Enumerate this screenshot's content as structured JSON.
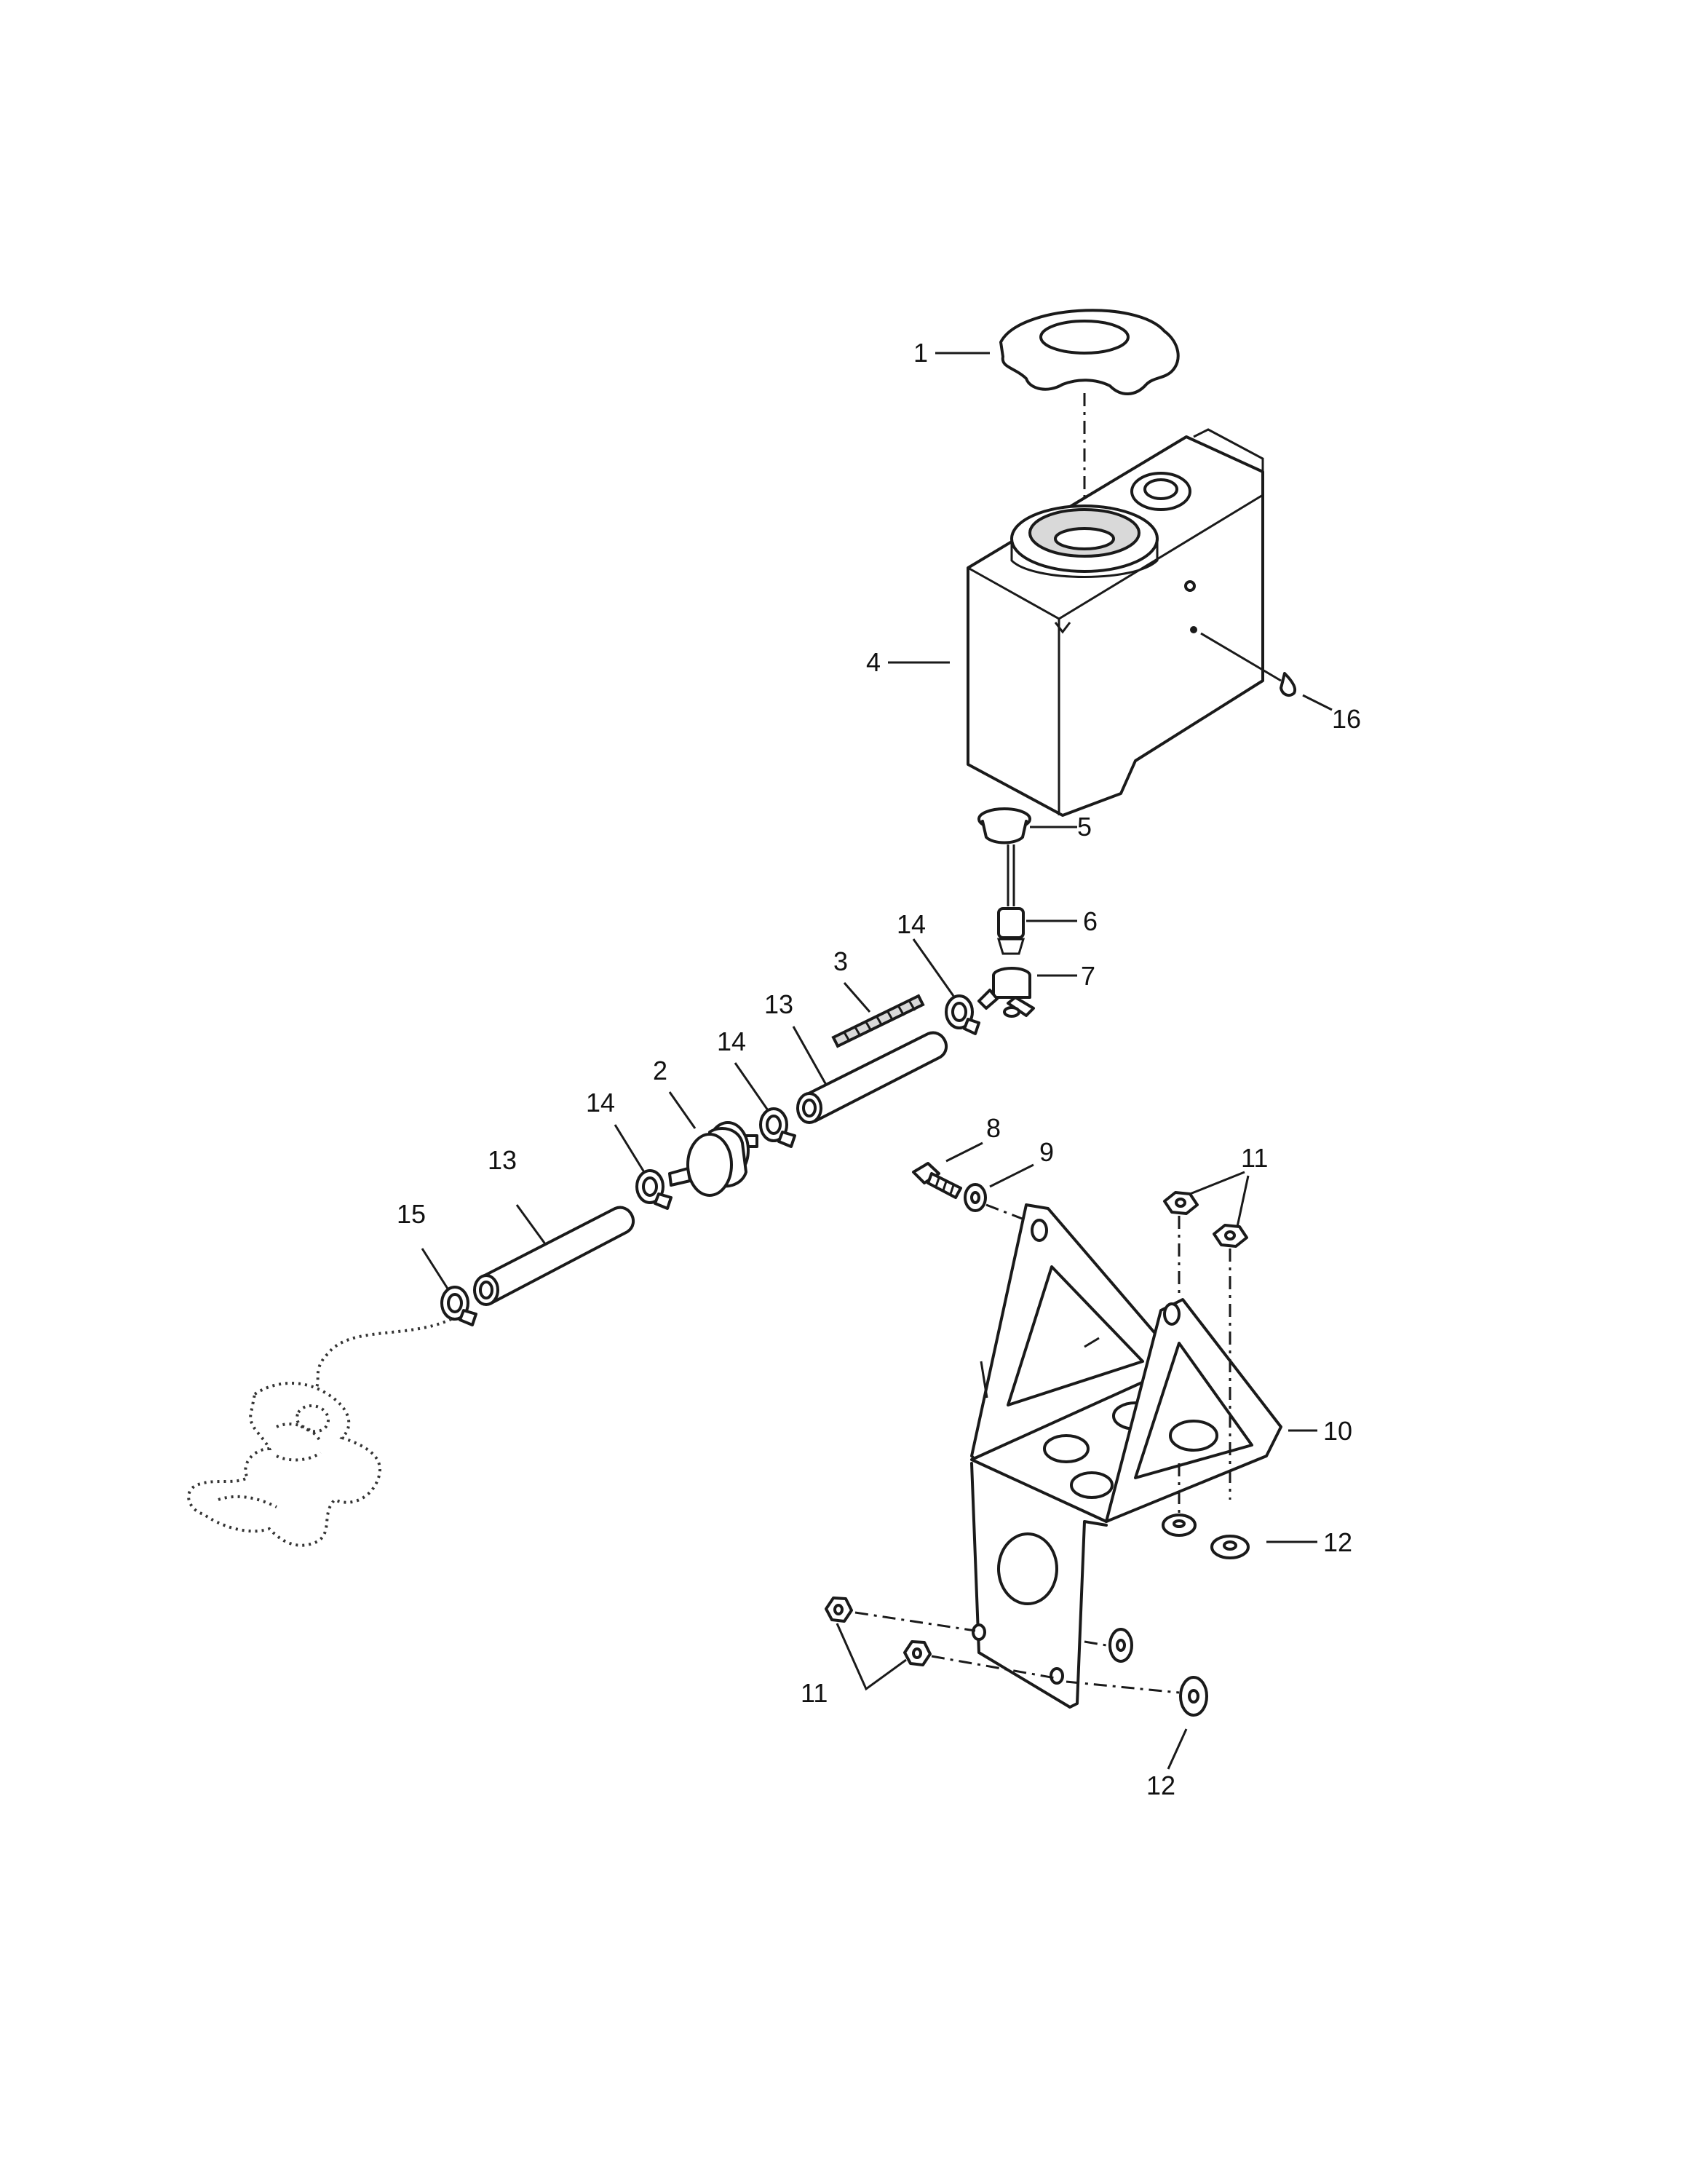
{
  "callouts": {
    "c1": "1",
    "c2": "2",
    "c3": "3",
    "c4": "4",
    "c5": "5",
    "c6": "6",
    "c7": "7",
    "c8": "8",
    "c9": "9",
    "c10": "10",
    "c11a": "11",
    "c11b": "11",
    "c12a": "12",
    "c12b": "12",
    "c13a": "13",
    "c13b": "13",
    "c14a": "14",
    "c14b": "14",
    "c14c": "14",
    "c15": "15",
    "c16": "16"
  }
}
